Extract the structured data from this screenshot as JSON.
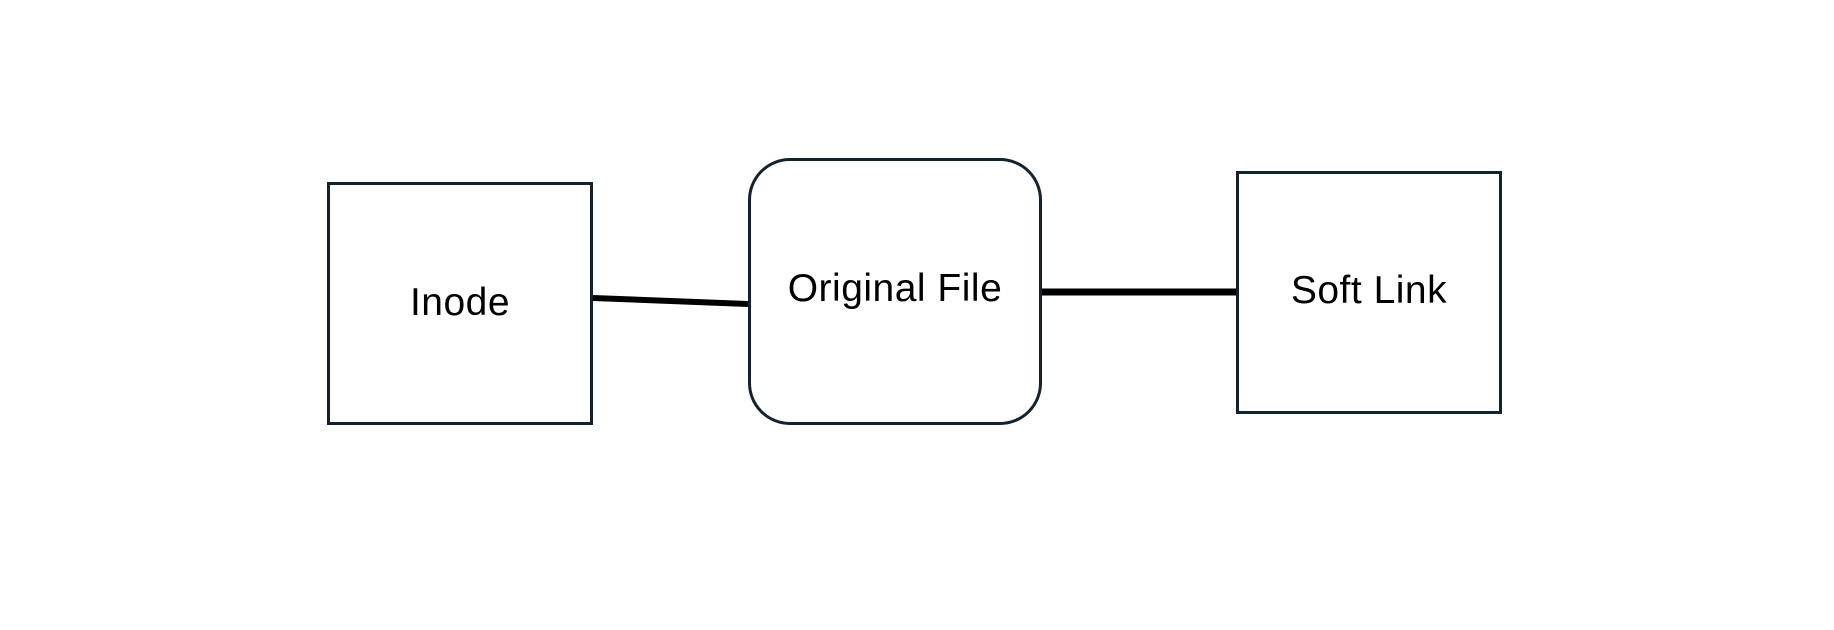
{
  "diagram": {
    "nodes": [
      {
        "id": "inode",
        "label": "Inode",
        "shape": "rectangle"
      },
      {
        "id": "original_file",
        "label": "Original File",
        "shape": "rounded-rectangle"
      },
      {
        "id": "soft_link",
        "label": "Soft Link",
        "shape": "rectangle"
      }
    ],
    "edges": [
      {
        "from": "inode",
        "to": "original_file",
        "directed": false
      },
      {
        "from": "original_file",
        "to": "soft_link",
        "directed": false
      }
    ],
    "colors": {
      "node_border": "#12222e",
      "edge": "#000000",
      "background": "#ffffff",
      "text": "#000000"
    }
  }
}
